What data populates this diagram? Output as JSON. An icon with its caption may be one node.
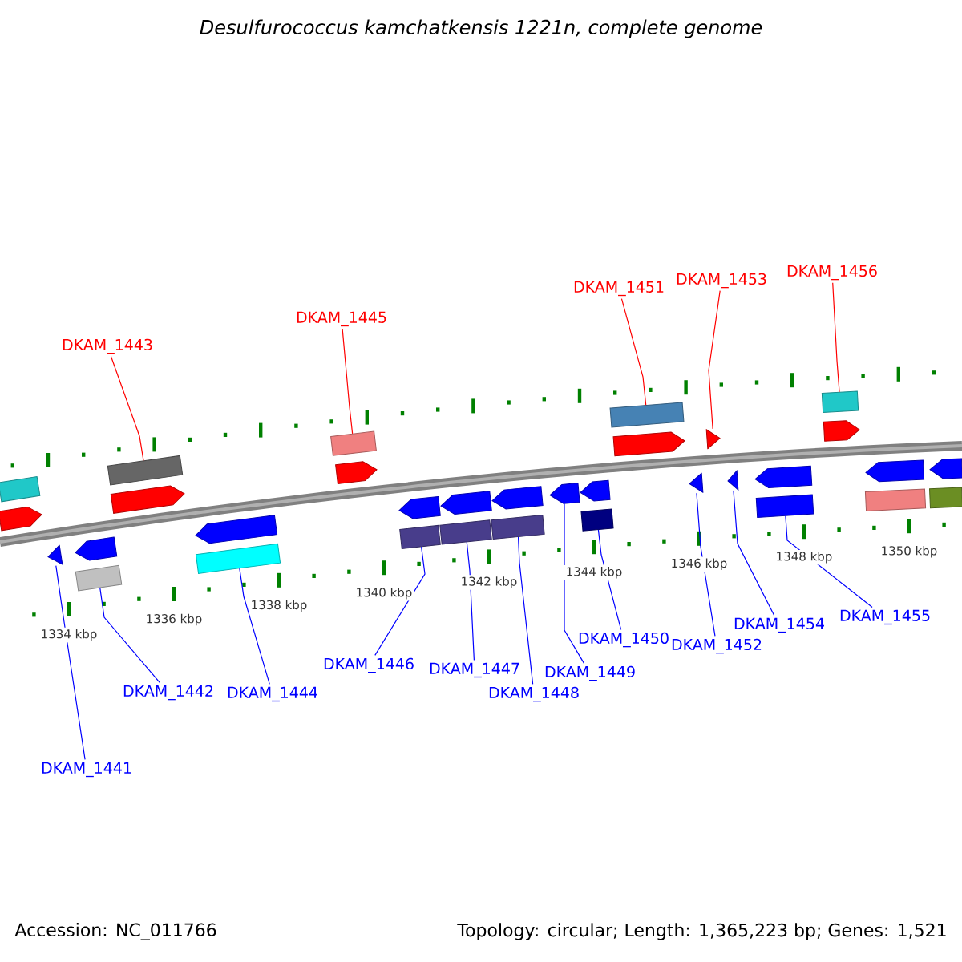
{
  "diagram": {
    "title": "Desulfurococcus kamchatkensis 1221n, complete genome",
    "nodes": [
      {
        "text": [
          "DKAM_1441"
        ]
      },
      {
        "text": [
          "DKAM_1442"
        ]
      },
      {
        "text": [
          "DKAM_1443"
        ]
      },
      {
        "text": [
          "DKAM_1444"
        ]
      },
      {
        "text": [
          "DKAM_1445"
        ]
      },
      {
        "text": [
          "DKAM_1446"
        ]
      },
      {
        "text": [
          "DKAM_1447"
        ]
      },
      {
        "text": [
          "DKAM_1448"
        ]
      },
      {
        "text": [
          "DKAM_1449"
        ]
      },
      {
        "text": [
          "DKAM_1450"
        ]
      },
      {
        "text": [
          "DKAM_1451"
        ]
      },
      {
        "text": [
          "DKAM_1452"
        ]
      },
      {
        "text": [
          "DKAM_1453"
        ]
      },
      {
        "text": [
          "DKAM_1454"
        ]
      },
      {
        "text": [
          "DKAM_1455"
        ]
      },
      {
        "text": [
          "DKAM_1456"
        ]
      },
      {
        "text": [],
        "shape": "box"
      },
      {
        "text": [],
        "shape": "arrow"
      },
      {
        "text": [],
        "shape": "arrow"
      },
      {
        "text": [],
        "shape": "arrow"
      },
      {
        "text": [],
        "shape": "box"
      },
      {
        "text": [],
        "shape": "box"
      },
      {
        "text": [],
        "shape": "arrow"
      },
      {
        "text": [],
        "shape": "arrow"
      },
      {
        "text": [],
        "shape": "box"
      },
      {
        "text": [],
        "shape": "box"
      },
      {
        "text": [],
        "shape": "arrow"
      },
      {
        "text": [],
        "shape": "arrow"
      },
      {
        "text": [],
        "shape": "box"
      },
      {
        "text": [],
        "shape": "arrow"
      },
      {
        "text": [],
        "shape": "box"
      },
      {
        "text": [],
        "shape": "arrow"
      },
      {
        "text": [],
        "shape": "box"
      },
      {
        "text": [],
        "shape": "arrow"
      },
      {
        "text": [],
        "shape": "arrow"
      },
      {
        "text": [],
        "shape": "box"
      },
      {
        "text": [],
        "shape": "box"
      },
      {
        "text": [],
        "shape": "arrow"
      },
      {
        "text": [],
        "shape": "arrow"
      },
      {
        "text": [],
        "shape": "arrow"
      },
      {
        "text": [],
        "shape": "arrow"
      },
      {
        "text": [],
        "shape": "arrow"
      },
      {
        "text": [],
        "shape": "box"
      },
      {
        "text": [],
        "shape": "box"
      },
      {
        "text": [],
        "shape": "arrow"
      },
      {
        "text": [],
        "shape": "arrow"
      },
      {
        "text": [],
        "shape": "box"
      },
      {
        "text": [],
        "shape": "arrow"
      },
      {
        "text": [],
        "shape": "box"
      }
    ],
    "edges": [
      {
        "from": 0,
        "to": 18,
        "arrow": "none"
      },
      {
        "from": 1,
        "to": 20,
        "arrow": "none"
      },
      {
        "from": 2,
        "to": 21,
        "arrow": "none",
        "color": "#ff0000"
      },
      {
        "from": 3,
        "to": 24,
        "arrow": "none"
      },
      {
        "from": 4,
        "to": 25,
        "arrow": "none",
        "color": "#ff0000"
      },
      {
        "from": 5,
        "to": 28,
        "arrow": "none"
      },
      {
        "from": 6,
        "to": 30,
        "arrow": "none"
      },
      {
        "from": 7,
        "to": 32,
        "arrow": "none"
      },
      {
        "from": 8,
        "to": 33,
        "arrow": "none"
      },
      {
        "from": 9,
        "to": 35,
        "arrow": "none"
      },
      {
        "from": 10,
        "to": 36,
        "arrow": "none",
        "color": "#ff0000"
      },
      {
        "from": 11,
        "to": 38,
        "arrow": "none"
      },
      {
        "from": 12,
        "to": 39,
        "arrow": "none",
        "color": "#ff0000"
      },
      {
        "from": 13,
        "to": 40,
        "arrow": "none"
      },
      {
        "from": 14,
        "to": 42,
        "arrow": "none"
      },
      {
        "from": 15,
        "to": 43,
        "arrow": "none",
        "color": "#ff0000"
      }
    ],
    "labels": [
      "1334 kbp",
      "1336 kbp",
      "1338 kbp",
      "1340 kbp",
      "1342 kbp",
      "1344 kbp",
      "1346 kbp",
      "1348 kbp",
      "1350 kbp",
      "Accession: NC_011766",
      "Topology: circular; Length: 1,365,223 bp; Genes: 1,521"
    ]
  }
}
